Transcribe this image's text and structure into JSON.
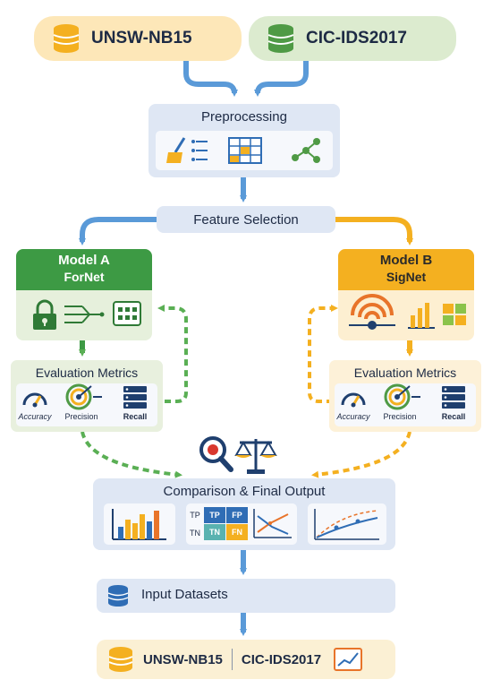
{
  "datasets": {
    "first": "UNSW-NB15",
    "second": "CIC-IDS2017"
  },
  "preprocessing": {
    "title": "Preprocessing",
    "icons": [
      "broom-icon",
      "grid-table-icon",
      "network-graph-icon"
    ]
  },
  "feature_selection": {
    "title": "Feature Selection"
  },
  "model_a": {
    "title": "Model A",
    "subtitle": "ForNet",
    "accent": "#3d9a44",
    "icons": [
      "lock-icon",
      "circuit-icon",
      "keypad-icon"
    ]
  },
  "model_b": {
    "title": "Model B",
    "subtitle": "SigNet",
    "accent": "#f4b020",
    "icons": [
      "signal-wave-icon",
      "bar-chart-icon",
      "grid-icon"
    ]
  },
  "evaluation": {
    "title": "Evaluation Metrics",
    "accuracy": "Accuracy",
    "precision": "Precision",
    "recall": "Recall"
  },
  "comparison": {
    "title": "Comparison & Final Output",
    "matrix": {
      "row_tp": "TP",
      "row_tn": "TN",
      "tp": "TP",
      "fp": "FP",
      "tn": "TN",
      "fn": "FN"
    }
  },
  "input_datasets": {
    "title": "Input Datasets"
  },
  "final_row": {
    "first": "UNSW-NB15",
    "second": "CIC-IDS2017"
  },
  "colors": {
    "blue_arrow": "#5a9ad8",
    "green": "#3d9a44",
    "orange": "#f4b020",
    "panel": "#dfe7f4",
    "pill_orange": "#fde7b8",
    "pill_green": "#dcebcf"
  }
}
